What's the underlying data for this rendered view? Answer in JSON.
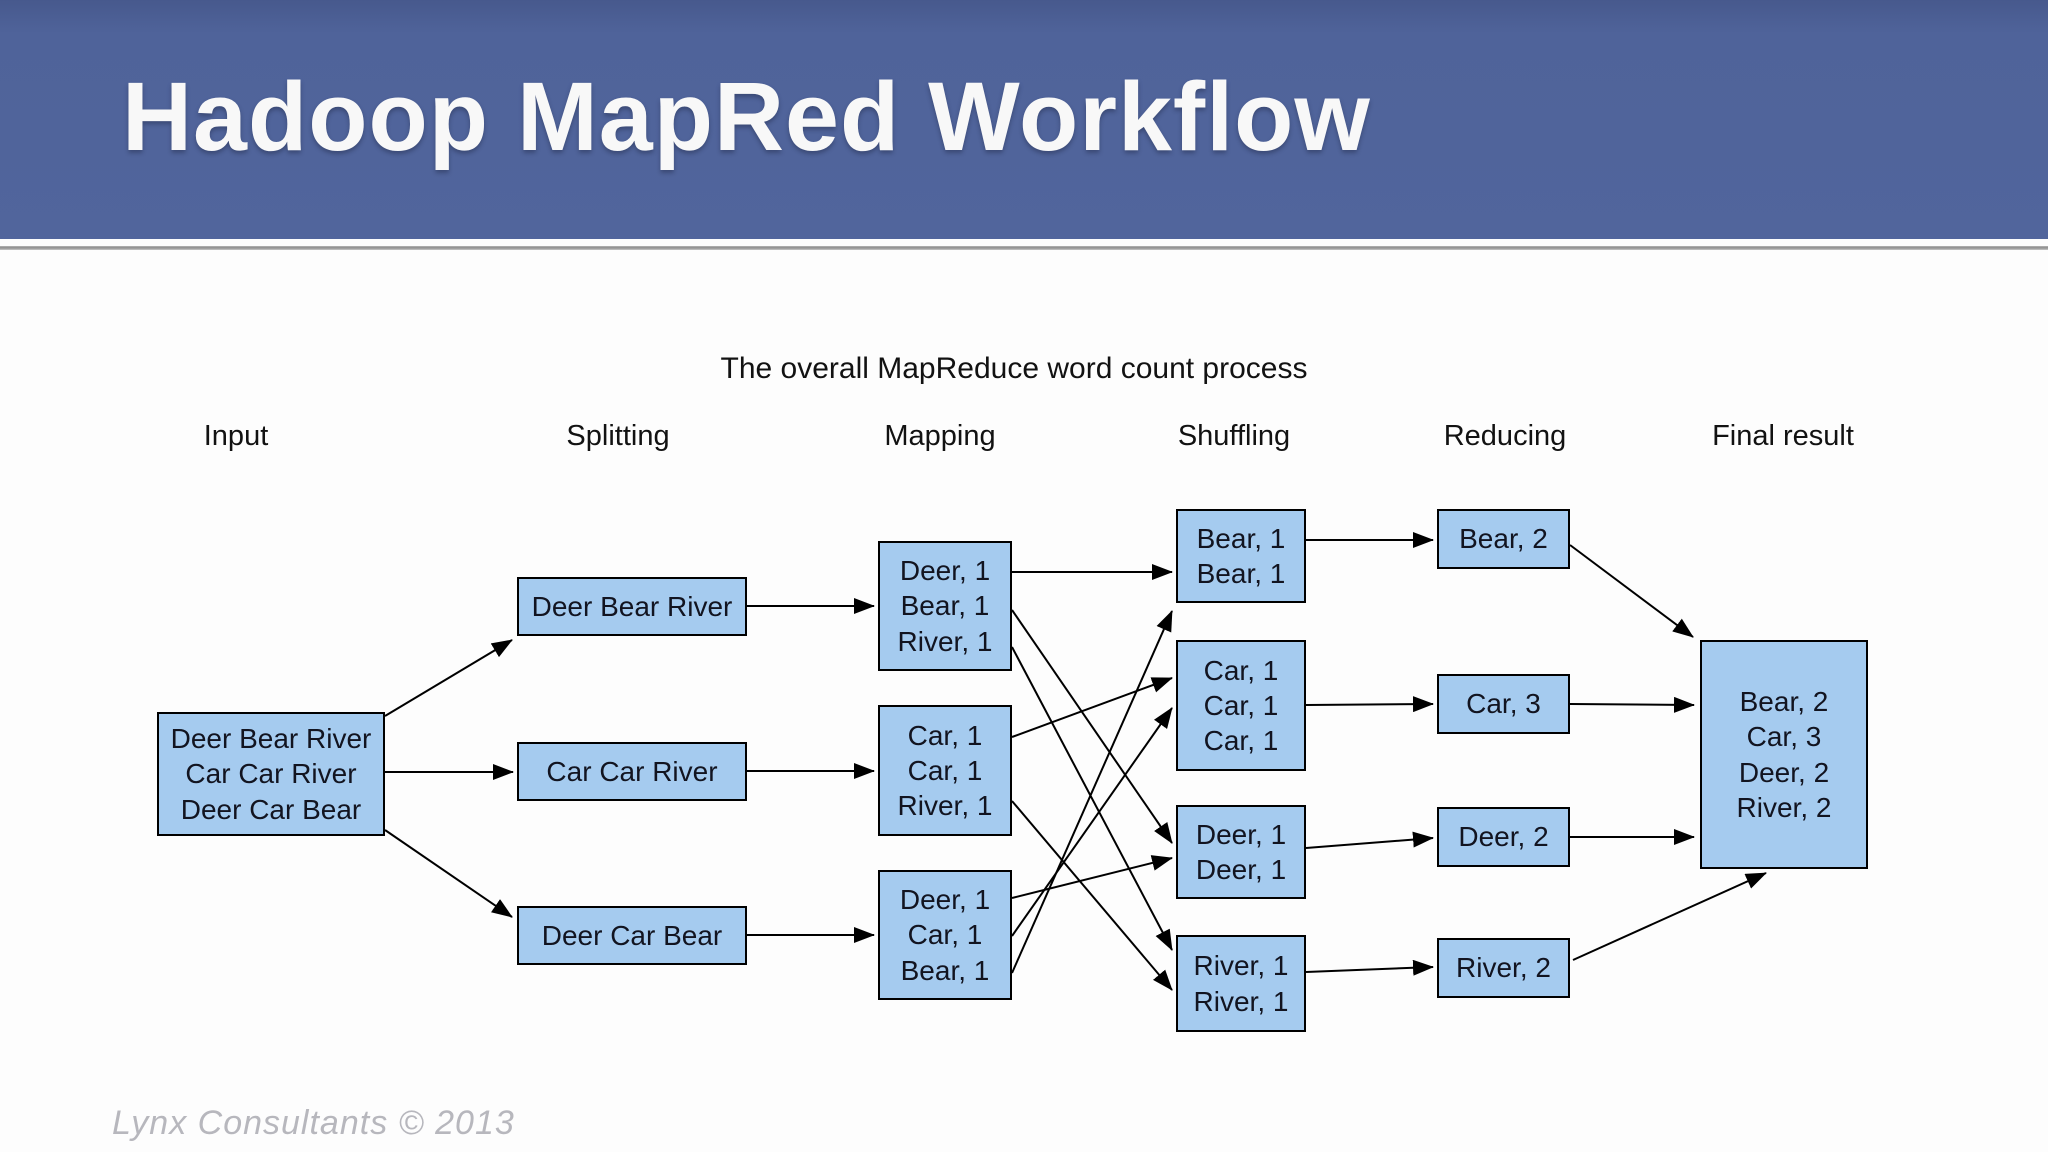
{
  "header": {
    "title": "Hadoop MapRed Workflow"
  },
  "diagram": {
    "subtitle": "The overall MapReduce word count process",
    "columns": [
      "Input",
      "Splitting",
      "Mapping",
      "Shuffling",
      "Reducing",
      "Final result"
    ],
    "input": "Deer Bear River\nCar Car River\nDeer Car Bear",
    "splitting": [
      "Deer Bear River",
      "Car Car River",
      "Deer Car Bear"
    ],
    "mapping": [
      "Deer, 1\nBear, 1\nRiver, 1",
      "Car, 1\nCar, 1\nRiver, 1",
      "Deer, 1\nCar, 1\nBear, 1"
    ],
    "shuffling": [
      "Bear, 1\nBear, 1",
      "Car, 1\nCar, 1\nCar, 1",
      "Deer, 1\nDeer, 1",
      "River, 1\nRiver, 1"
    ],
    "reducing": [
      "Bear, 2",
      "Car, 3",
      "Deer, 2",
      "River, 2"
    ],
    "final": "Bear, 2\nCar, 3\nDeer, 2\nRiver, 2"
  },
  "footer": {
    "credit": "Lynx Consultants © 2013"
  },
  "colors": {
    "banner": "#4f639a",
    "title_text": "#f8f8f8",
    "box_fill": "#a5cbef",
    "box_border": "#000000",
    "arrow": "#000000",
    "divider": "#8d8d8d",
    "footer_text": "#b7b7bd"
  }
}
